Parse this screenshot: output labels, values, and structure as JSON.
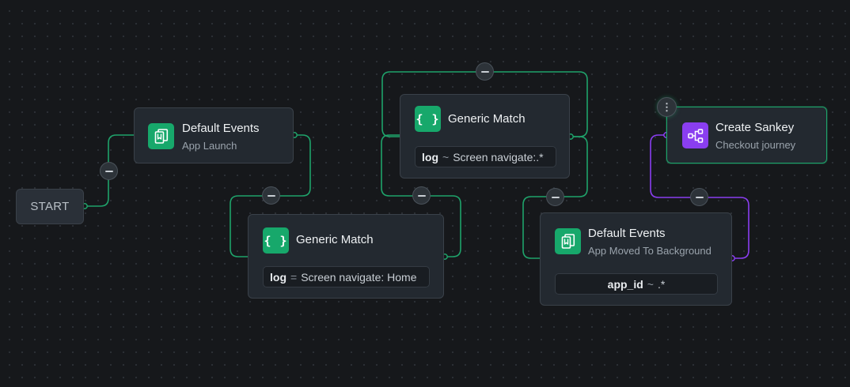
{
  "start_label": "START",
  "nodes": [
    {
      "title": "Default Events",
      "subtitle": "App Launch",
      "icon": "bookmark-pages-icon"
    },
    {
      "title": "Generic Match",
      "icon": "braces-icon",
      "expr_key": "log",
      "expr_op": "=",
      "expr_value": "Screen navigate: Home"
    },
    {
      "title": "Generic Match",
      "icon": "braces-icon",
      "expr_key": "log",
      "expr_op": "~",
      "expr_value": "Screen navigate:.*"
    },
    {
      "title": "Default Events",
      "subtitle": "App Moved To Background",
      "icon": "bookmark-pages-icon",
      "expr_key": "app_id",
      "expr_op": "~",
      "expr_value": ".*"
    },
    {
      "title": "Create Sankey",
      "subtitle": "Checkout journey",
      "icon": "sankey-flow-icon"
    }
  ],
  "icons": {
    "braces": "{ }",
    "menu": "⋮"
  },
  "colors": {
    "flow_green": "#1fa36b",
    "sankey_purple": "#8a3ef0",
    "canvas": "#16181b",
    "node_bg": "#232930"
  }
}
